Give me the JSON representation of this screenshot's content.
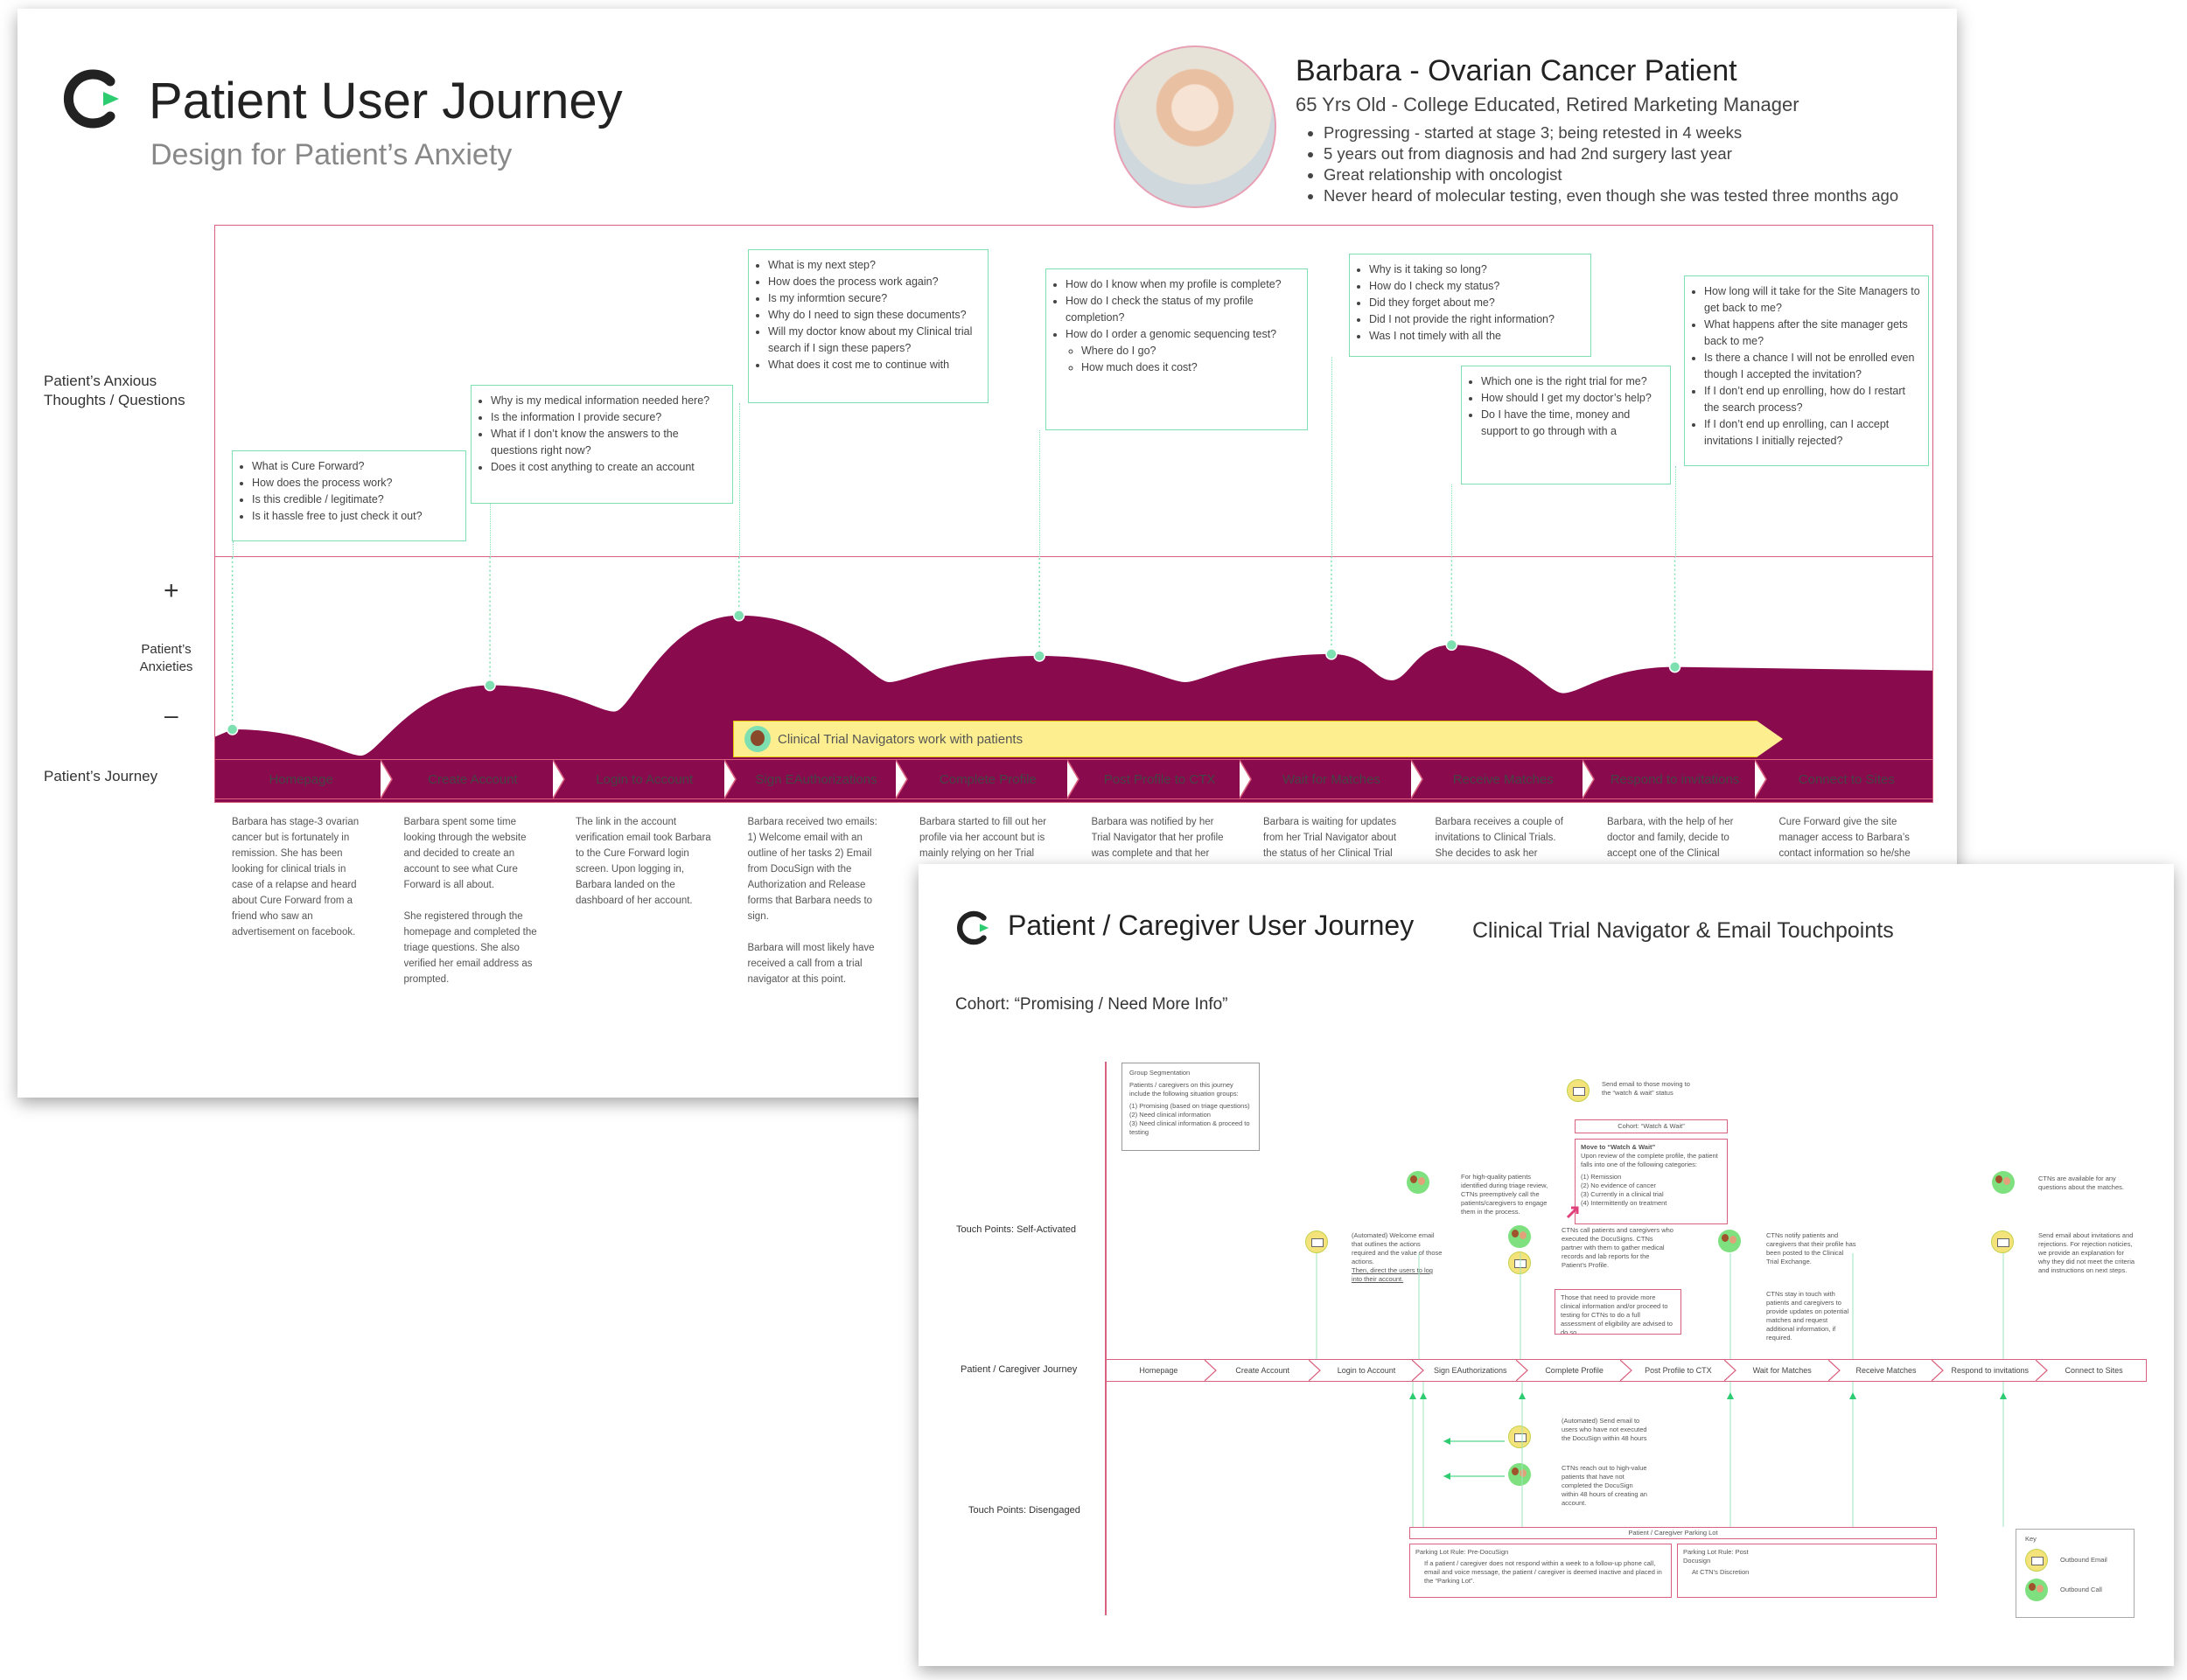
{
  "main": {
    "title": "Patient User Journey",
    "subtitle": "Design for Patient’s Anxiety"
  },
  "persona": {
    "name": "Barbara - Ovarian Cancer Patient",
    "meta": "65 Yrs Old - College Educated, Retired Marketing Manager",
    "bullets": [
      "Progressing - started at stage 3; being retested in 4 weeks",
      "5 years out from diagnosis and had 2nd surgery last year",
      "Great relationship with oncologist",
      "Never heard of molecular testing, even though she was tested three months ago"
    ]
  },
  "rows": {
    "thoughts": "Patient’s Anxious Thoughts / Questions",
    "plus": "+",
    "anxieties": "Patient’s Anxieties",
    "minus": "–",
    "journey": "Patient’s Journey"
  },
  "questions": [
    {
      "items": [
        "What is Cure Forward?",
        "How does the process work?",
        "Is this credible / legitimate?",
        "Is it hassle free to just check it out?"
      ]
    },
    {
      "items": [
        "Why is my medical information needed here?",
        "Is the information I provide secure?",
        "What if I don’t know the answers to the questions right now?",
        "Does it cost anything to create an account"
      ]
    },
    {
      "items": [
        "What is my next step?",
        "How does the process work again?",
        "Is my informtion secure?",
        "Why do I need to sign these documents?",
        "Will my doctor know about my Clinical trial search if I sign these papers?",
        "What does it cost me to continue with"
      ]
    },
    {
      "items": [
        "How do I know when my profile is complete?",
        "How do I check the status of my profile completion?",
        "How do I order a genomic sequencing test?"
      ],
      "subs": [
        "Where do I go?",
        "How much does it cost?"
      ]
    },
    {
      "items": [
        "Why is it taking so long?",
        "How do I check my status?",
        "Did they forget about me?",
        "Did I not provide the right information?",
        "Was I not timely with all the"
      ]
    },
    {
      "items": [
        "Which one is the right trial for me?",
        "How should I get my doctor’s help?",
        "Do I have the time, money and support to go through with a"
      ]
    },
    {
      "items": [
        "How long will it take for the Site Managers to get back to me?",
        "What happens after the site manager gets back to me?",
        "Is there a chance I will not be enrolled even though I accepted the invitation?",
        "If I don’t end up enrolling, how do I restart the search process?",
        "If I don’t end up enrolling, can I accept invitations I initially rejected?"
      ]
    }
  ],
  "chart_data": {
    "type": "area",
    "x": [
      "Homepage",
      "Create Account",
      "Login to Account",
      "Sign EAuthorizations",
      "Complete Profile",
      "Post Profile to CTX",
      "Wait for Matches",
      "Receive Matches",
      "Respond to invitations",
      "Connect to Sites"
    ],
    "points": [
      {
        "step": 0.1,
        "level": 0.3
      },
      {
        "step": 1.6,
        "level": 0.54
      },
      {
        "step": 3.05,
        "level": 0.92
      },
      {
        "step": 4.8,
        "level": 0.7
      },
      {
        "step": 6.5,
        "level": 0.71
      },
      {
        "step": 7.2,
        "level": 0.76
      },
      {
        "step": 8.5,
        "level": 0.64
      }
    ],
    "ylabel": "Patient’s Anxieties",
    "colors": {
      "fill": "#8a0a4e",
      "marker": "#7ee0b0"
    }
  },
  "banner": {
    "text": "Clinical Trial Navigators work with patients",
    "color": "#fdef8f"
  },
  "journey_steps": [
    "Homepage",
    "Create Account",
    "Login to Account",
    "Sign EAuthorizations",
    "Complete Profile",
    "Post Profile to CTX",
    "Wait for Matches",
    "Receive Matches",
    "Respond to invitations",
    "Connect to Sites"
  ],
  "descriptions": [
    [
      "Barbara has stage-3 ovarian cancer but is fortunately in remission. She has been looking for clinical trials in case of a relapse and heard about Cure Forward from a friend who saw an advertisement on facebook."
    ],
    [
      "Barbara spent some time looking through the website and decided to create an account to see what Cure Forward is all about.",
      "She registered through the homepage and completed the triage questions. She also verified her email address as prompted."
    ],
    [
      "The link in the account verification email took Barbara to the Cure Forward login screen. Upon logging in, Barbara landed on the dashboard of her account."
    ],
    [
      "Barbara received two emails: 1) Welcome email with an outline of her tasks 2) Email from DocuSign with the Authorization and Release forms that Barbara needs to sign.",
      "Barbara will most likely have received a call from a trial navigator at this point."
    ],
    [
      "Barbara started to fill out her profile via her account but is mainly relying on her Trial"
    ],
    [
      "Barbara was notified by her Trial Navigator that her profile was complete and that her"
    ],
    [
      "Barbara is waiting for updates from her Trial Navigator about the status of her Clinical Trial"
    ],
    [
      "Barbara receives a couple of invitations to Clinical Trials. She decides to ask her Oncologists"
    ],
    [
      "Barbara, with the help of her doctor and family, decide to accept one of the Clinical"
    ],
    [
      "Cure Forward give the site manager access to Barbara’s contact information so he/she"
    ]
  ],
  "second": {
    "title": "Patient / Caregiver User Journey",
    "subtitle": "Clinical Trial Navigator & Email Touchpoints",
    "cohort": "Cohort: “Promising / Need More Info”",
    "labels": {
      "self": "Touch Points: Self-Activated",
      "journey": "Patient / Caregiver Journey",
      "disengaged": "Touch Points: Disengaged"
    },
    "segmentation": {
      "title": "Group Segmentation",
      "body": "Patients / caregivers on this journey include the following situation groups:",
      "items": [
        "(1) Promising (based on triage questions)",
        "(2) Need clinical information",
        "(3) Need clinical information & proceed to testing"
      ]
    },
    "watch": {
      "email": "Send email to those moving to the “watch & wait” status",
      "cohort": "Cohort: “Watch & Wait”",
      "move_title": "Move to “Watch & Wait”",
      "move_body": "Upon review of the complete profile, the patient falls into one of the following categories:",
      "move_items": [
        "(1) Remission",
        "(2) No evidence of cancer",
        "(3) Currently in a clinical trial",
        "(4) Intermittently on treatment"
      ]
    },
    "notes": {
      "welcome": "(Automated) Welcome email that outlines the actions required and the value of those actions.",
      "welcome_link": "Then, direct the users to log into their account.",
      "high_quality": "For high-quality patients identified during triage review, CTNs preemptively call the patients/caregivers to engage them in the process.",
      "ctn_call": "CTNs call patients and caregivers who executed the DocuSigns. CTNs partner with them to gather medical records and lab reports for the Patient’s Profile.",
      "need_more": "Those that need to provide more clinical information and/or proceed to testing for CTNs to do a full assessment of eligibility are advised to do so.",
      "notify": "CTNs notify patients and caregivers that their profile has been posted to the Clinical Trial Exchange.",
      "stay": "CTNs stay in touch with patients and caregivers to provide updates on potential matches and request additional information, if required.",
      "available": "CTNs are available for any questions about the matches.",
      "invites": "Send email about invitations and rejections. For rejection noticies, we provide an explanation for why they did not meet the criteria and instructions on next steps.",
      "auto_docusign": "(Automated) Send email to users who have not executed the DocuSign within 48 hours",
      "reach_out": "CTNs reach out to high-value patients that have not completed the DocuSign within 48 hours of creating an account."
    },
    "steps": [
      "Homepage",
      "Create Account",
      "Login to Account",
      "Sign EAuthorizations",
      "Complete Profile",
      "Post Profile to CTX",
      "Wait for Matches",
      "Receive Matches",
      "Respond to invitations",
      "Connect to Sites"
    ],
    "parking": {
      "bar": "Patient / Caregiver Parking Lot",
      "pre_title": "Parking Lot Rule: Pre-DocuSign",
      "pre_body": "If a patient / caregiver does not respond within a week to a follow-up phone call, email and voice message, the patient / caregiver is deemed inactive and placed in the “Parking Lot”.",
      "post_title": "Parking Lot Rule: Post Docusign",
      "post_body": "At CTN’s Discretion"
    },
    "key": {
      "title": "Key",
      "email": "Outbound Email",
      "call": "Outbound Call"
    }
  },
  "colors": {
    "accent": "#d9607f",
    "green": "#2ecc71",
    "plum": "#8a0a4e",
    "mint": "#7ee0b0",
    "banner": "#fdef8f"
  }
}
